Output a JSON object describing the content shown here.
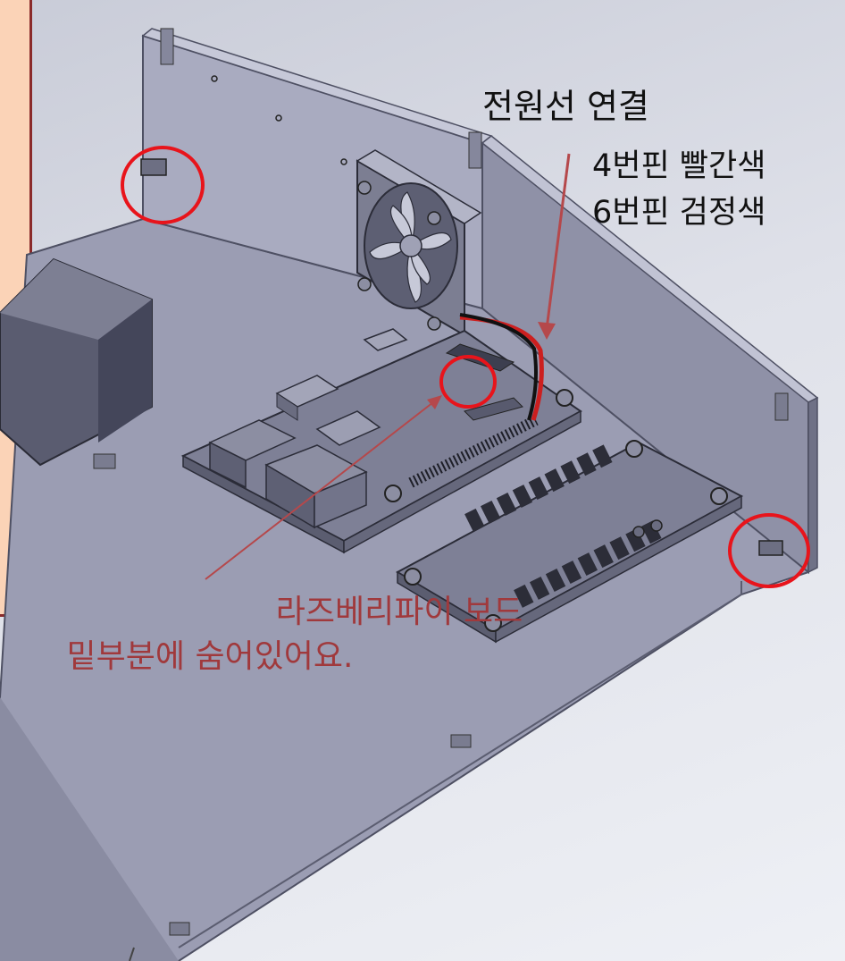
{
  "labels": {
    "power_connection": "전원선 연결",
    "pin4": "4번핀 빨간색",
    "pin6": "6번핀 검정색",
    "note_line1": "라즈베리파이 보드",
    "note_line2": "밑부분에 숨어있어요."
  },
  "colors": {
    "highlight_circle": "#e8141b",
    "arrow": "#b5484b",
    "note_text": "#a0393c",
    "wire_red": "#cc1f1f",
    "wire_black": "#111111",
    "callout_fill": "#fbd3b7",
    "callout_border": "#8a2a2a",
    "plate": "#9a9cb2"
  },
  "icons": [
    "fan-icon",
    "raspberry-pi-board",
    "connector-board"
  ]
}
